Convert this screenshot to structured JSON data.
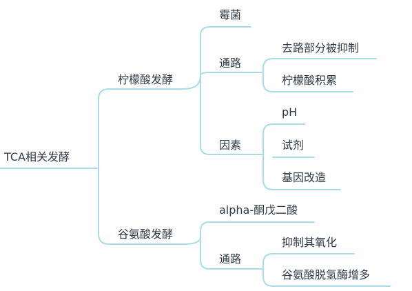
{
  "colors": {
    "line": "#a9dbe9",
    "text": "#2f3a44"
  },
  "mindmap": {
    "root": "TCA相关发酵",
    "branches": [
      {
        "label": "柠檬酸发酵",
        "children": [
          {
            "label": "霉菌"
          },
          {
            "label": "通路",
            "children": [
              {
                "label": "去路部分被抑制"
              },
              {
                "label": "柠檬酸积累"
              }
            ]
          },
          {
            "label": "因素",
            "children": [
              {
                "label": "pH"
              },
              {
                "label": "试剂"
              },
              {
                "label": "基因改造"
              }
            ]
          }
        ]
      },
      {
        "label": "谷氨酸发酵",
        "children": [
          {
            "label": "alpha-酮戊二酸"
          },
          {
            "label": "通路",
            "children": [
              {
                "label": "抑制其氧化"
              },
              {
                "label": "谷氨酸脱氢酶增多"
              }
            ]
          }
        ]
      }
    ]
  }
}
